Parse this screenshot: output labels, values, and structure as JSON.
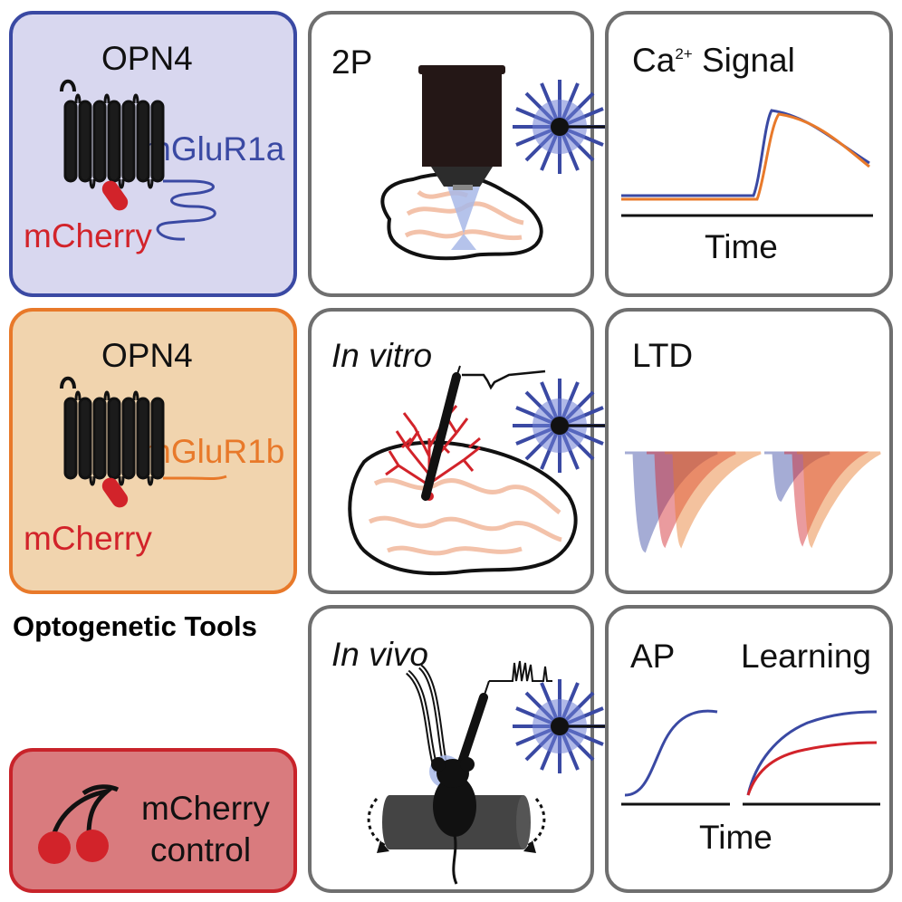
{
  "colors": {
    "blue": "#3a49a3",
    "orange": "#e8792a",
    "red": "#d2232a",
    "opn4_blue_bg": "#d8d7ef",
    "opn4_blue_border": "#3a49a3",
    "opn4_orange_bg": "#f1d4ae",
    "opn4_orange_border": "#e8792a",
    "control_bg": "#d97b7e",
    "control_border": "#c8232a",
    "panel_border": "#6f6f6f",
    "tissue_pink": "#f3c2aa",
    "light_blue": "#a8b8e8"
  },
  "tools": {
    "blue": {
      "title": "OPN4",
      "tail_label": "mGluR1a",
      "tag_label": "mCherry"
    },
    "orange": {
      "title": "OPN4",
      "tail_label": "mGluR1b",
      "tag_label": "mCherry"
    },
    "section_label": "Optogenetic Tools",
    "control": {
      "line1": "mCherry",
      "line2": "control"
    }
  },
  "methods": {
    "row1": {
      "label": "2P"
    },
    "row2": {
      "label": "In vitro"
    },
    "row3": {
      "label": "In vivo"
    }
  },
  "results": {
    "row1": {
      "title_pre": "Ca",
      "title_sup": "2+",
      "title_post": " Signal",
      "xlabel": "Time"
    },
    "row2": {
      "title": "LTD"
    },
    "row3": {
      "title_left": "AP",
      "title_right": "Learning",
      "xlabel": "Time"
    }
  },
  "icons": {
    "light_stimulus": "blue-starburst-icon",
    "arrow": "right-arrow-icon",
    "objective": "microscope-objective-icon",
    "brain": "cerebellum-slice-icon",
    "electrode": "recording-electrode-icon",
    "mouse": "mouse-on-treadmill-icon",
    "cherry": "cherry-icon"
  }
}
